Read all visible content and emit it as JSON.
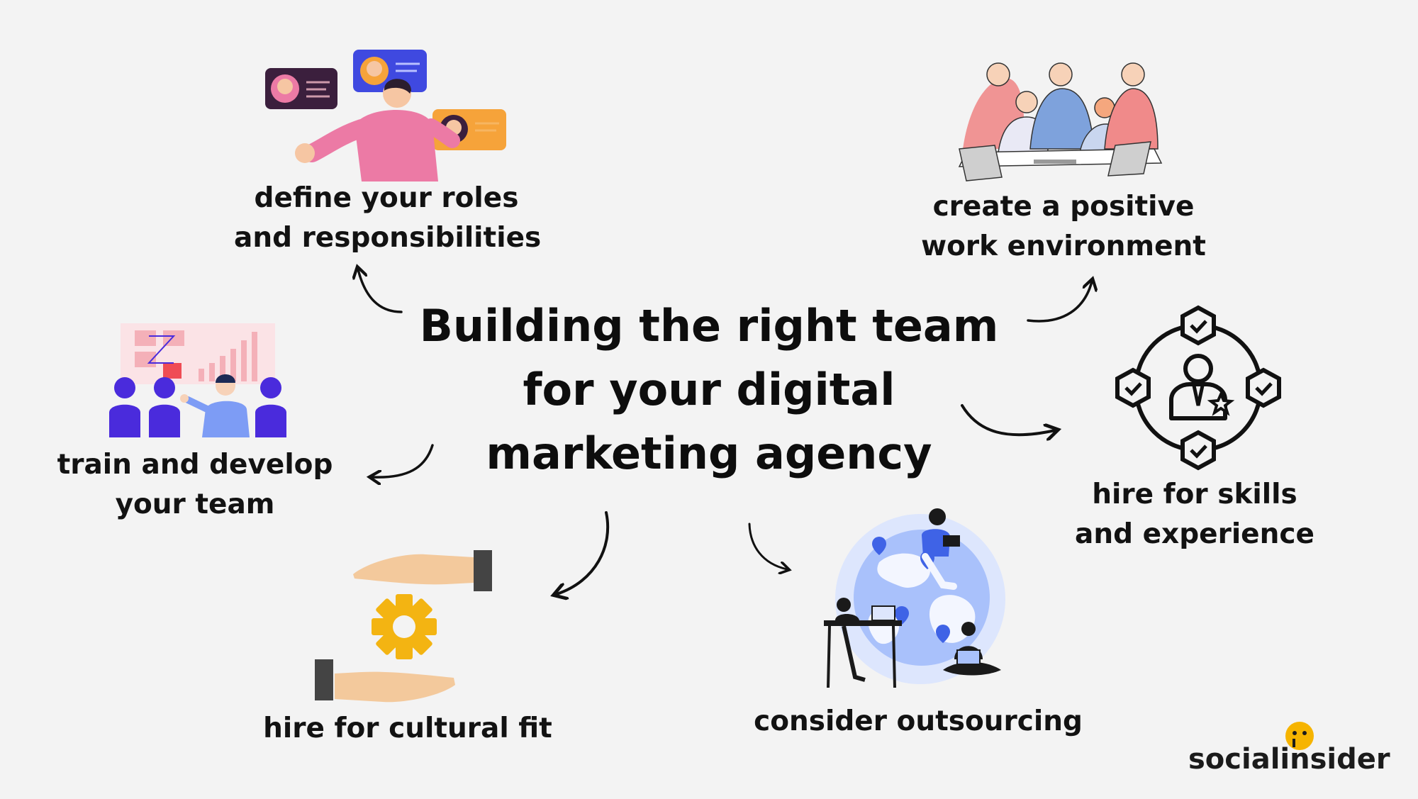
{
  "title": {
    "line1": "Building the right team",
    "line2": "for your digital",
    "line3": "marketing agency"
  },
  "nodes": {
    "define_roles": {
      "line1": "define your roles",
      "line2": "and responsibilities",
      "icon": "video-call-people-icon"
    },
    "positive_env": {
      "line1": "create a positive",
      "line2": "work environment",
      "icon": "team-meeting-icon"
    },
    "skills": {
      "line1": "hire for skills",
      "line2": "and experience",
      "icon": "employee-skills-icon"
    },
    "outsourcing": {
      "line1": "consider outsourcing",
      "icon": "globe-remote-work-icon"
    },
    "cultural_fit": {
      "line1": "hire for cultural fit",
      "icon": "hands-gear-icon"
    },
    "train": {
      "line1": "train and develop",
      "line2": "your team",
      "icon": "presentation-audience-icon"
    }
  },
  "brand": {
    "name": "socialinsider",
    "accent": "#f6b400"
  },
  "colors": {
    "background": "#f3f3f3",
    "text": "#121212",
    "pink": "#ec7aa5",
    "indigo": "#4a2bdc",
    "gear": "#f3b412",
    "globe": "#a9c1fb"
  }
}
